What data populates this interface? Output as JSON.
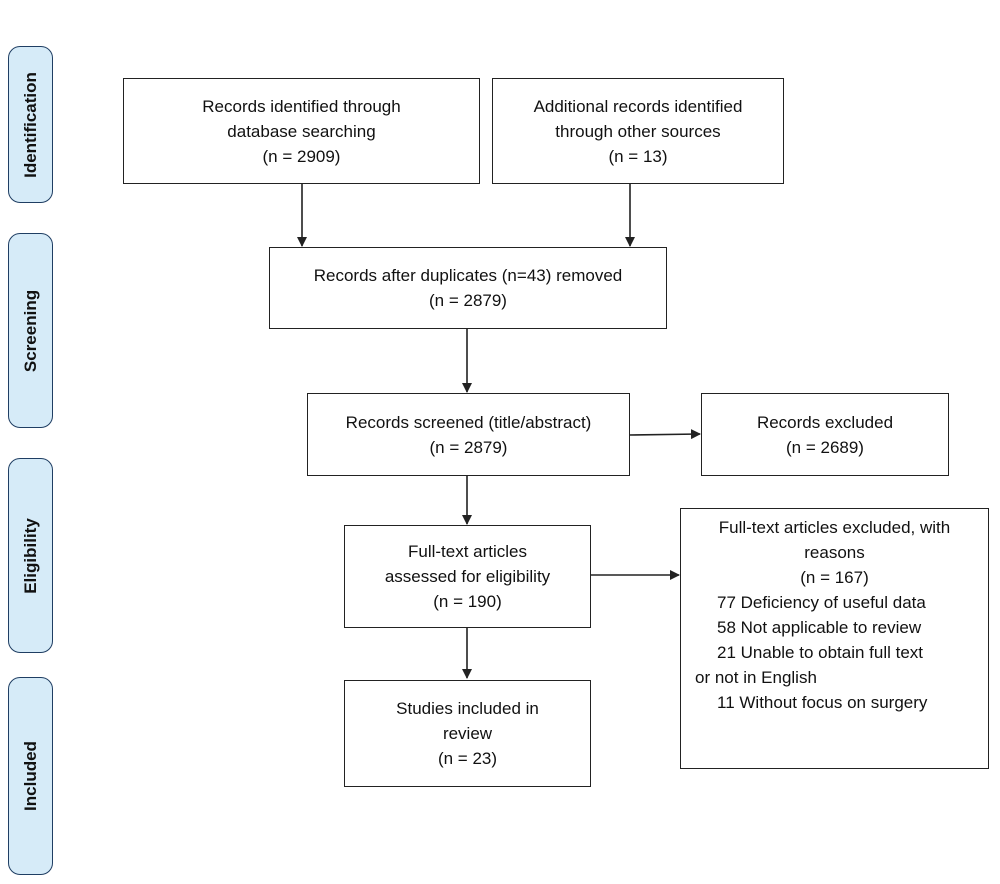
{
  "phases": {
    "identification": "Identification",
    "screening": "Screening",
    "eligibility": "Eligibility",
    "included": "Included"
  },
  "boxes": {
    "database_search": {
      "line1": "Records identified through",
      "line2": "database searching",
      "count": "(n = 2909)"
    },
    "other_sources": {
      "line1": "Additional records identified",
      "line2": "through other sources",
      "count": "(n = 13)"
    },
    "duplicates_removed": {
      "line1": "Records after duplicates (n=43) removed",
      "count": "(n = 2879)"
    },
    "screened": {
      "line1": "Records screened (title/abstract)",
      "count": "(n = 2879)"
    },
    "records_excluded": {
      "line1": "Records excluded",
      "count": "(n = 2689)"
    },
    "full_text_assessed": {
      "line1": "Full-text articles",
      "line2": "assessed for eligibility",
      "count": "(n = 190)"
    },
    "full_text_excluded": {
      "line1": "Full-text articles excluded, with",
      "line2": "reasons",
      "count": "(n = 167)",
      "reason1": "77 Deficiency of useful data",
      "reason2": "58 Not applicable to review",
      "reason3a": "21 Unable to obtain full text",
      "reason3b": "or not in English",
      "reason4": "11 Without focus on surgery"
    },
    "included_studies": {
      "line1": "Studies included in",
      "line2": "review",
      "count": "(n = 23)"
    }
  },
  "colors": {
    "phase_fill": "#d6ebf8",
    "phase_border": "#1f3e63",
    "box_border": "#222222"
  }
}
